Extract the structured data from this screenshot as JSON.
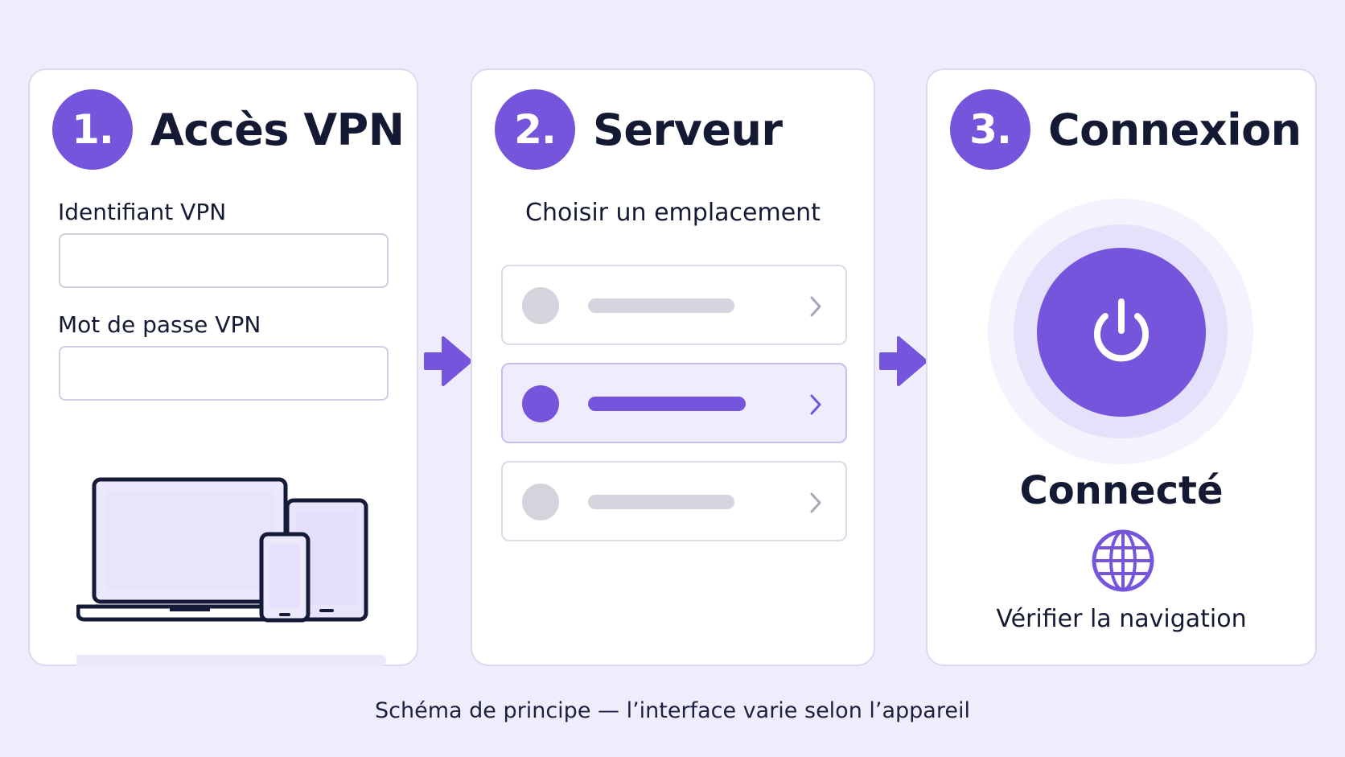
{
  "accent_color": "#7455dc",
  "steps": [
    {
      "number": "1.",
      "title": "Accès VPN",
      "fields": [
        {
          "label": "Identifiant VPN",
          "value": ""
        },
        {
          "label": "Mot de passe VPN",
          "value": ""
        }
      ],
      "illustration": "devices-laptop-tablet-phone-icon"
    },
    {
      "number": "2.",
      "title": "Serveur",
      "subtitle": "Choisir un emplacement",
      "server_rows": [
        {
          "state": "inactive"
        },
        {
          "state": "selected"
        },
        {
          "state": "inactive"
        }
      ]
    },
    {
      "number": "3.",
      "title": "Connexion",
      "power_icon": "power-icon",
      "status": "Connecté",
      "globe_icon": "globe-icon",
      "link": "Vérifier la navigation"
    }
  ],
  "footnote": "Schéma de principe — l’interface varie selon l’appareil"
}
